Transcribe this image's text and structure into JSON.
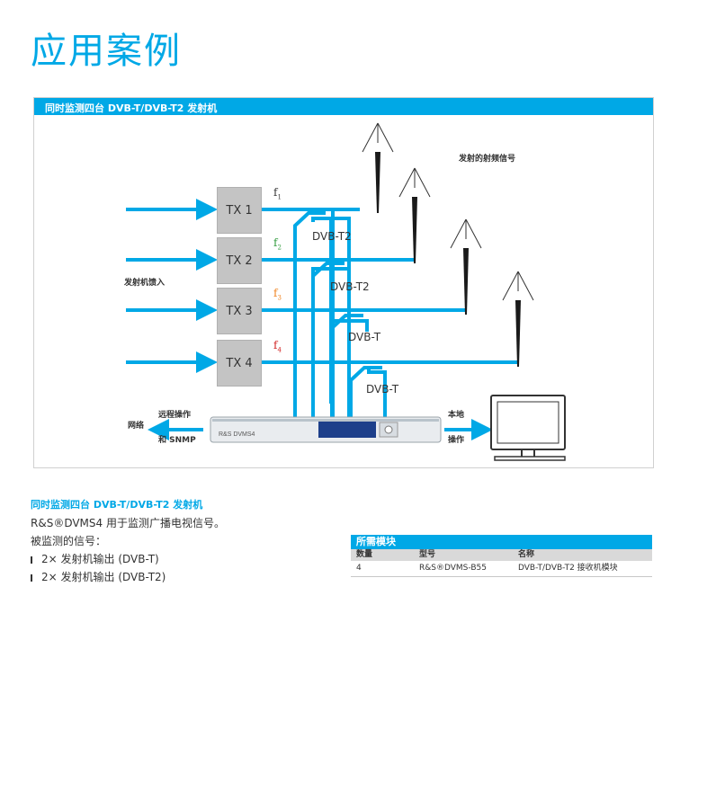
{
  "page": {
    "title": "应用案例"
  },
  "figure": {
    "header": "同时监测四台 DVB-T/DVB-T2 发射机",
    "rf_label": "发射的射频信号",
    "feed_label": "发射机馈入",
    "transmitters": [
      "TX 1",
      "TX 2",
      "TX 3",
      "TX 4"
    ],
    "freqs": [
      {
        "f": "f",
        "sub": "1",
        "color": "#333333"
      },
      {
        "f": "f",
        "sub": "2",
        "color": "#2e9a3a"
      },
      {
        "f": "f",
        "sub": "3",
        "color": "#f0821e"
      },
      {
        "f": "f",
        "sub": "4",
        "color": "#d02020"
      }
    ],
    "standards": [
      "DVB-T2",
      "DVB-T2",
      "DVB-T",
      "DVB-T"
    ],
    "remote": {
      "line1": "远程操作",
      "line2": "和 SNMP",
      "network": "网络"
    },
    "local": {
      "line1": "本地",
      "line2": "操作"
    },
    "device": {
      "brand": "R&S",
      "model": "DVMS4"
    }
  },
  "caption": {
    "title": "同时监测四台 DVB-T/DVB-T2 发射机",
    "line1": "R&S®DVMS4 用于监测广播电视信号。",
    "line2": "被监测的信号：",
    "bullets": [
      "2× 发射机输出 (DVB-T)",
      "2× 发射机输出 (DVB-T2)"
    ]
  },
  "modules": {
    "title": "所需模块",
    "headers": [
      "数量",
      "型号",
      "名称"
    ],
    "rows": [
      [
        "4",
        "R&S®DVMS-B55",
        "DVB-T/DVB-T2 接收机模块"
      ]
    ]
  },
  "colors": {
    "accent": "#00a8e6"
  }
}
